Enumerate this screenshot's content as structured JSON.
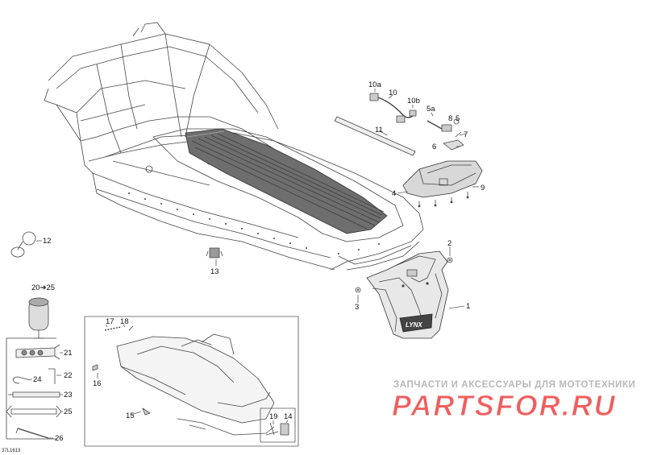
{
  "callouts": {
    "c1": "1",
    "c2": "2",
    "c3": "3",
    "c4": "4",
    "c5a": "5a",
    "c6": "6",
    "c7": "7",
    "c8": "8",
    "c5": "5",
    "c9": "9",
    "c10": "10",
    "c10a": "10a",
    "c10b": "10b",
    "c11": "11",
    "c12": "12",
    "c13": "13",
    "c14": "14",
    "c15": "15",
    "c16": "16",
    "c17": "17",
    "c18": "18",
    "c19": "19",
    "c20_25": "20➔25",
    "c21": "21",
    "c22": "22",
    "c23": "23",
    "c24": "24",
    "c25": "25",
    "c26": "26"
  },
  "emblem_text": "LYNX",
  "watermark": {
    "line1": "ЗАПЧАСТИ И АКСЕССУАРЫ ДЛЯ МОТОТЕХНИКИ",
    "line2": "PARTSFOR.RU"
  },
  "drawing_ref": "37L1613"
}
